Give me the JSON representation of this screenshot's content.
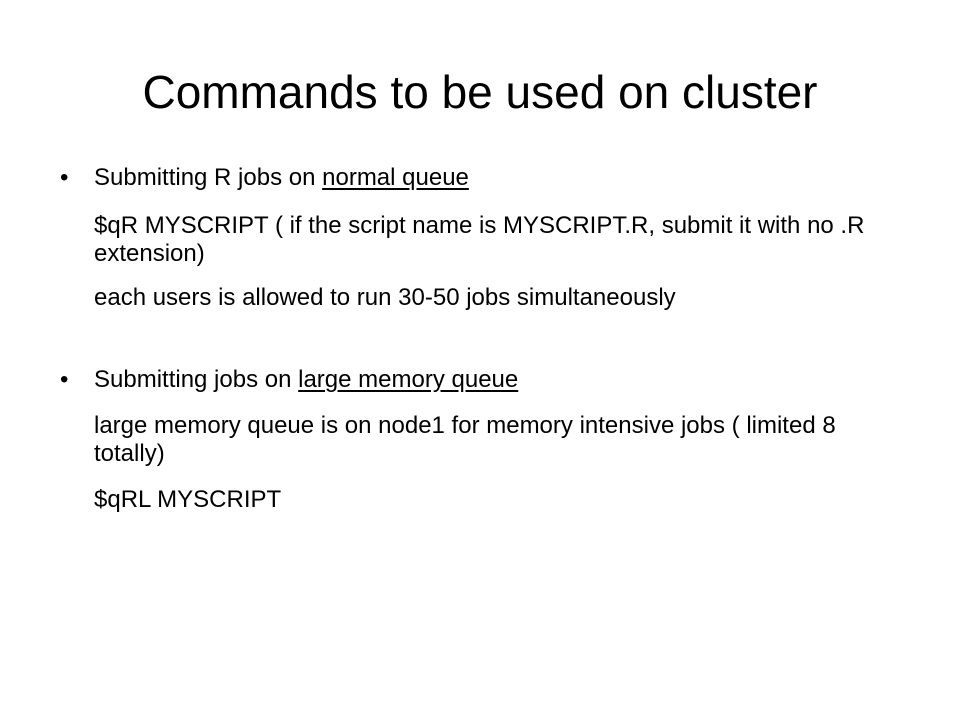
{
  "slide": {
    "title": "Commands to be used on cluster",
    "bullets": [
      {
        "marker": "•",
        "lead": "Submitting R jobs on ",
        "link": "normal queue",
        "lines": [
          "$qR MYSCRIPT ( if the script name is MYSCRIPT.R, submit it with no .R extension)",
          "each users is allowed to run 30-50 jobs simultaneously"
        ]
      },
      {
        "marker": "•",
        "lead": "Submitting jobs on ",
        "link": "large memory queue",
        "lines": [
          "large memory queue is on node1 for memory intensive jobs ( limited 8 totally)",
          "$qRL MYSCRIPT"
        ]
      }
    ]
  }
}
